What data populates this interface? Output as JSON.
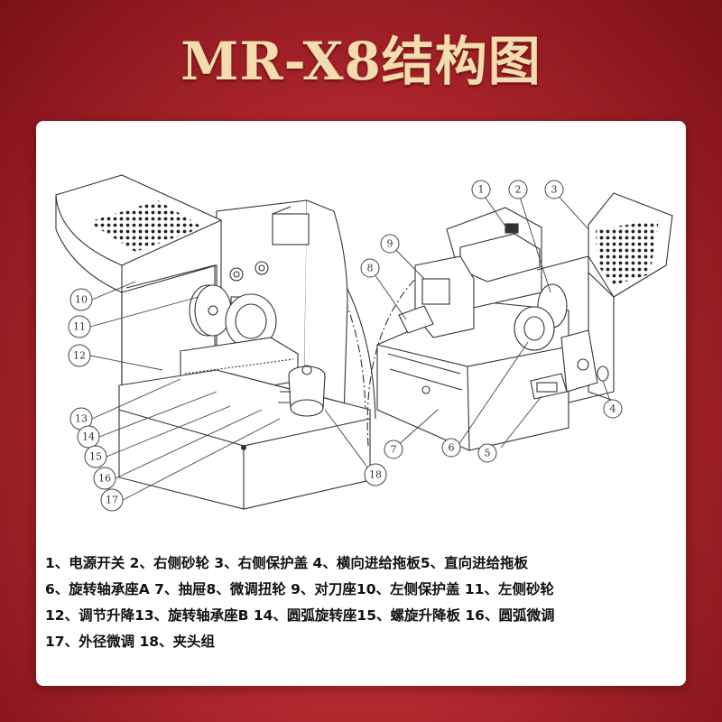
{
  "title": "MR-X8结构图",
  "legend_lines": [
    "1、电源开关 2、右侧砂轮 3、右侧保护盖 4、横向进给拖板5、直向进给拖板",
    "6、旋转轴承座A 7、抽屉8、微调扭轮 9、对刀座10、左侧保护盖 11、左侧砂轮",
    "12、调节升降13、旋转轴承座B 14、圆弧旋转座15、螺旋升降板 16、圆弧微调",
    "17、外径微调 18、夹头组"
  ],
  "callouts_left": [
    "10",
    "11",
    "12",
    "13",
    "14",
    "15",
    "16",
    "17",
    "18"
  ],
  "callouts_right": [
    "1",
    "2",
    "3",
    "4",
    "5",
    "6",
    "7",
    "8",
    "9"
  ]
}
